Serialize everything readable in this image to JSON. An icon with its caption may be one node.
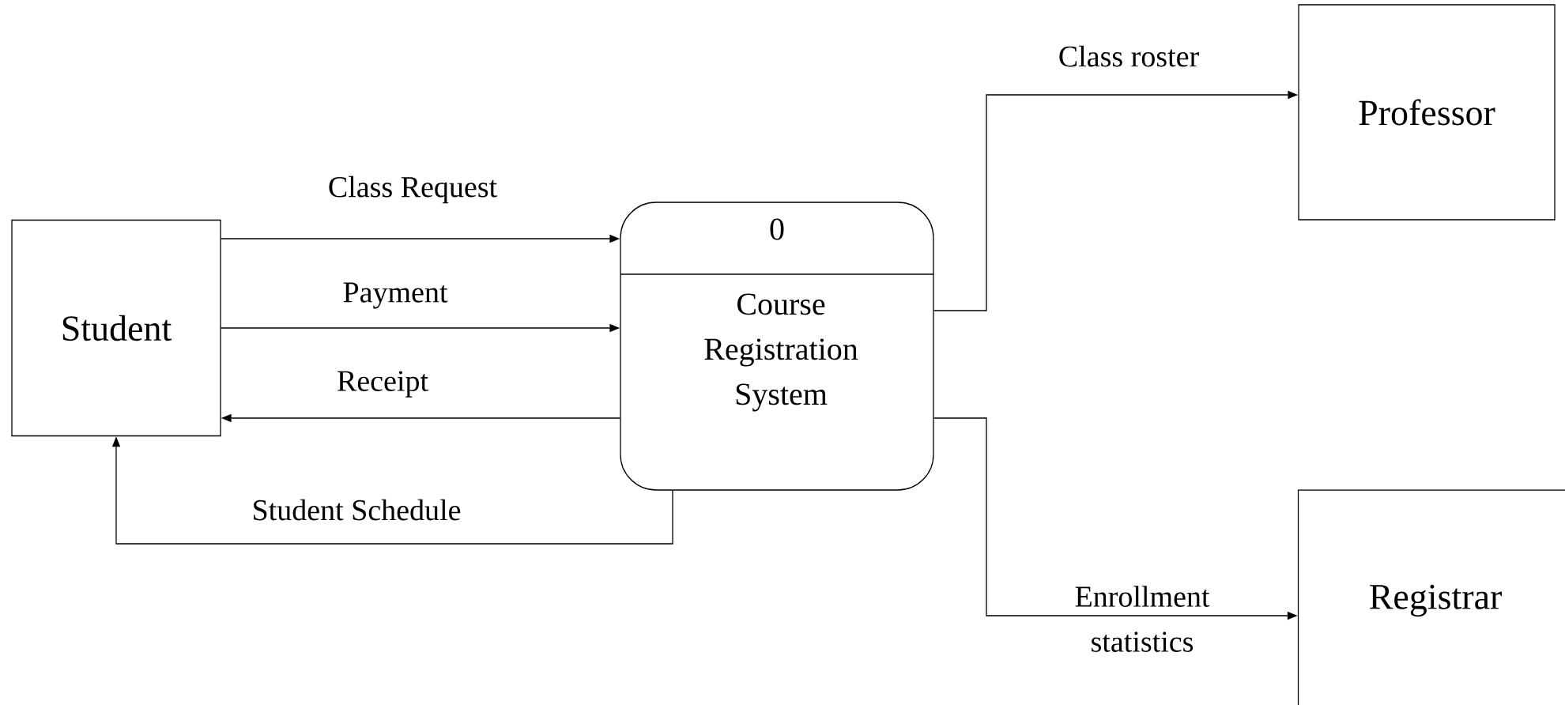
{
  "diagram": {
    "nodes": [
      {
        "text": [
          "Student"
        ]
      },
      {
        "text": [
          "0",
          "Course Registration System"
        ]
      },
      {
        "text": [
          "Professor"
        ]
      },
      {
        "text": [
          "Registrar"
        ]
      }
    ],
    "edges": [
      {
        "from": 0,
        "to": 1,
        "arrow": "to",
        "label": "Class Request"
      },
      {
        "from": 0,
        "to": 1,
        "arrow": "to",
        "label": "Payment"
      },
      {
        "from": 1,
        "to": 0,
        "arrow": "to",
        "label": "Receipt"
      },
      {
        "from": 1,
        "to": 0,
        "arrow": "to",
        "label": "Student Schedule"
      },
      {
        "from": 1,
        "to": 2,
        "arrow": "to",
        "label": "Class roster"
      },
      {
        "from": 1,
        "to": 3,
        "arrow": "to",
        "label": "Enrollment statistics"
      }
    ]
  }
}
